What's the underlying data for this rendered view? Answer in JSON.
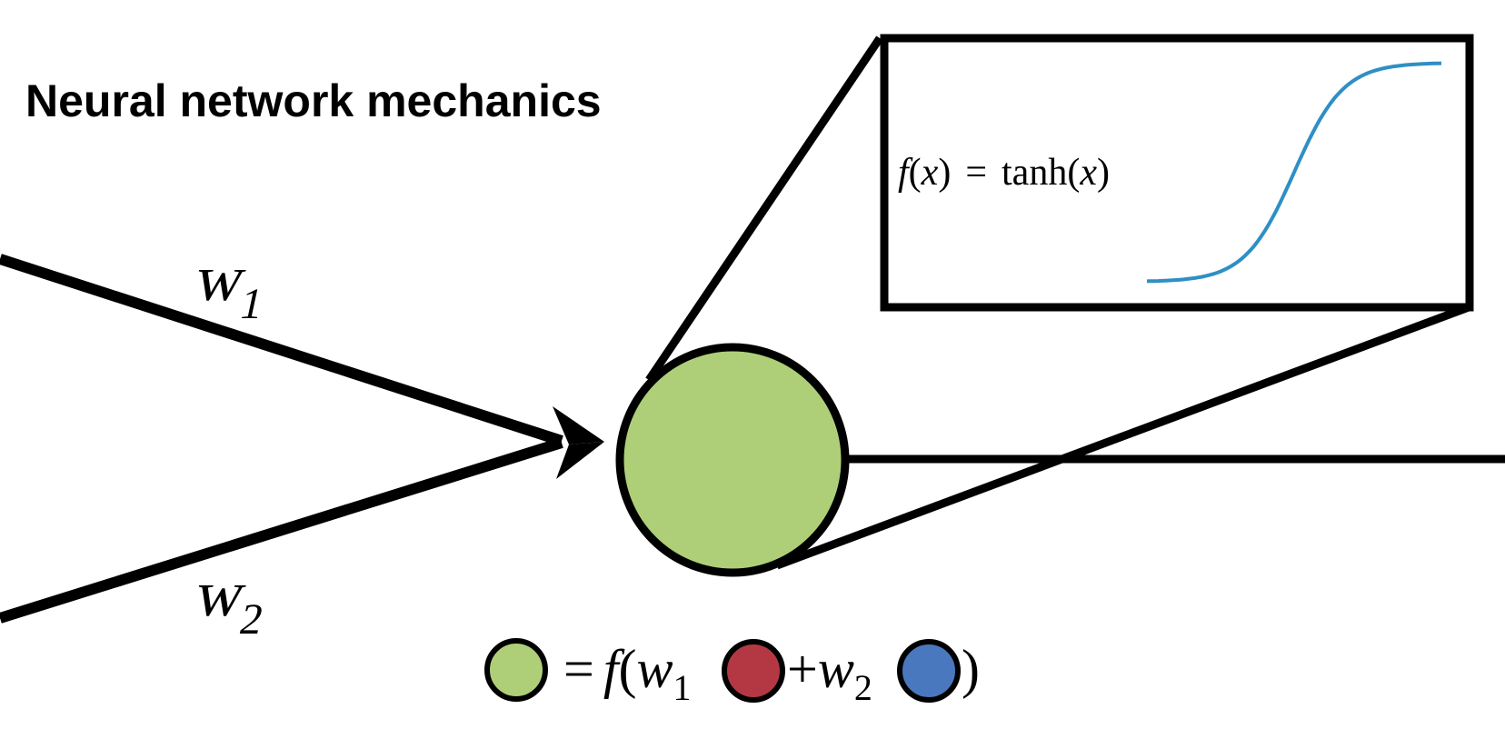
{
  "title": "Neural network mechanics",
  "edges": [
    {
      "weight": "w",
      "subscript": "1"
    },
    {
      "weight": "w",
      "subscript": "2"
    }
  ],
  "activation": {
    "f": "f",
    "open": "(",
    "x": "x",
    "close": ")",
    "equals": "=",
    "func": "tanh",
    "curve_color": "#2e8fc5",
    "curve_type": "tanh"
  },
  "equation": {
    "equals": "=",
    "f": "f",
    "open": "(",
    "w": "w",
    "sub1": "1",
    "plus": "+",
    "sub2": "2",
    "close": ")"
  },
  "colors": {
    "output_node": "#aecf78",
    "input_node_1": "#b43843",
    "input_node_2": "#4a78be",
    "stroke": "#000000"
  }
}
